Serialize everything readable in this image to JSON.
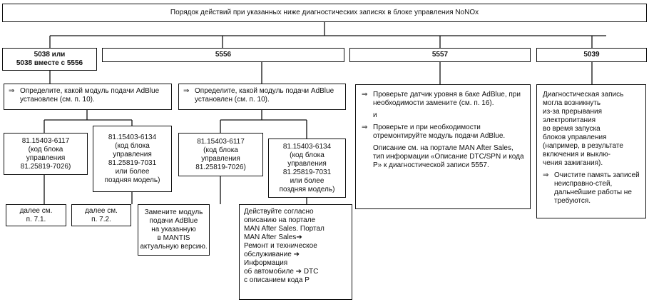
{
  "title": "Порядок действий при указанных ниже диагностических записях в блоке управления NoNOx",
  "arrow_glyph": "⇒",
  "col1": {
    "header": "5038 или\n5038 вместе с 5556",
    "step": "Определите, какой модуль подачи AdBlue установлен (см. п. 10).",
    "opt_a": "81.15403-6117\n(код блока\nуправления\n81.25819-7026)",
    "opt_b": "81.15403-6134\n(код блока\nуправления\n81.25819-7031\nили более\nпоздняя модель)",
    "next_a": "далее см.\nп. 7.1.",
    "next_b": "далее см.\nп. 7.2."
  },
  "col2": {
    "header": "5556",
    "step": "Определите, какой модуль подачи AdBlue установлен (см. п. 10).",
    "opt_a": "81.15403-6117\n(код блока\nуправления\n81.25819-7026)",
    "opt_b": "81.15403-6134\n(код блока\nуправления\n81.25819-7031\nили более\nпоздняя модель)",
    "action_a": "Замените модуль\nподачи AdBlue\nна указанную\nв MANTIS\nактуальную версию.",
    "action_b": "Действуйте согласно\nописанию на портале\nMAN After Sales. Портал\nMAN After Sales➔\nРемонт и техническое\nобслуживание ➔\nИнформация\nоб автомобиле ➔ DTC\nс описанием кода P"
  },
  "col3": {
    "header": "5557",
    "step1": "Проверьте датчик уровня в баке AdBlue, при необходимости замените (см. п. 16).",
    "and": "и",
    "step2": "Проверьте и при необходимости отремонтируйте модуль подачи AdBlue.",
    "note": "Описание см. на портале MAN After Sales, тип информации «Описание DTC/SPN и кода P» к диагностической записи 5557."
  },
  "col4": {
    "header": "5039",
    "text": "Диагностическая запись\nмогла возникнуть\nиз-за прерывания\nэлектропитания\nво время запуска\nблоков управления\n(например, в результате\nвключения и выклю-\nчения зажигания).",
    "step": "Очистите память записей неисправно-стей, дальнейшие работы не требуются."
  }
}
